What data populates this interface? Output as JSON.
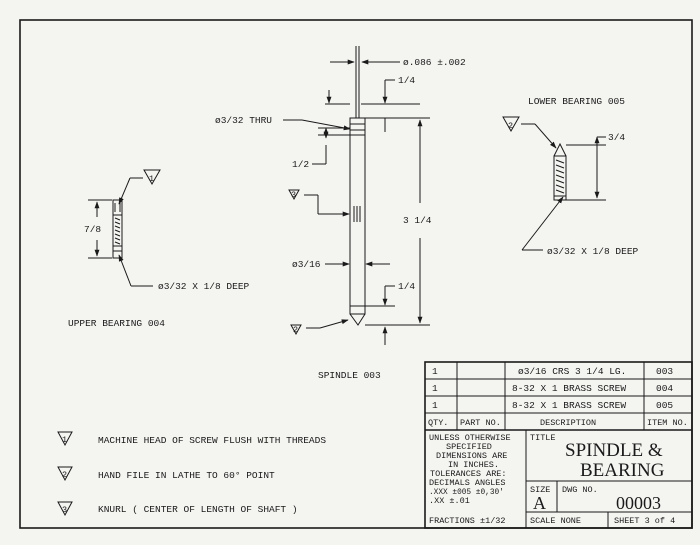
{
  "dims": {
    "shaft_dia": "ø.086 ±.002",
    "top_quarter": "1/4",
    "thru_hole": "ø3/32 THRU",
    "half": "1/2",
    "overall": "3 1/4",
    "knurl_dia": "ø3/16",
    "bottom_quarter": "1/4",
    "upper_len": "7/8",
    "upper_hole": "ø3/32 X 1/8 DEEP",
    "lower_len": "3/4",
    "lower_hole": "ø3/32 X 1/8 DEEP"
  },
  "labels": {
    "lower_bearing": "LOWER BEARING 005",
    "upper_bearing": "UPPER BEARING 004",
    "spindle": "SPINDLE 003"
  },
  "flags": {
    "f1": "1",
    "f2": "2",
    "f3": "3"
  },
  "notes": [
    {
      "num": "1",
      "text": "MACHINE HEAD OF SCREW FLUSH WITH THREADS"
    },
    {
      "num": "2",
      "text": "HAND FILE IN LATHE TO 60° POINT"
    },
    {
      "num": "3",
      "text": "KNURL ( CENTER OF LENGTH OF SHAFT )"
    }
  ],
  "bom": {
    "rows": [
      {
        "qty": "1",
        "part": "",
        "desc": "ø3/16 CRS 3 1/4 LG.",
        "item": "003"
      },
      {
        "qty": "1",
        "part": "",
        "desc": "8-32 X 1 BRASS SCREW",
        "item": "004"
      },
      {
        "qty": "1",
        "part": "",
        "desc": "8-32 X 1 BRASS SCREW",
        "item": "005"
      }
    ],
    "headers": {
      "qty": "QTY.",
      "part": "PART NO.",
      "desc": "DESCRIPTION",
      "item": "ITEM NO."
    }
  },
  "title_block": {
    "tol_lines": [
      "UNLESS OTHERWISE",
      "SPECIFIED",
      "DIMENSIONS ARE",
      "IN INCHES.",
      "TOLERANCES ARE:",
      "DECIMALS ANGLES",
      ".XXX ±005   ±0,30'",
      ".XX ±.01",
      "FRACTIONS ±1/32"
    ],
    "title_label": "TITLE",
    "title_line1": "SPINDLE &",
    "title_line2": "BEARING",
    "size_label": "SIZE",
    "size_value": "A",
    "dwg_label": "DWG NO.",
    "dwg_value": "00003",
    "scale": "SCALE   NONE",
    "sheet": "SHEET 3 of 4"
  }
}
